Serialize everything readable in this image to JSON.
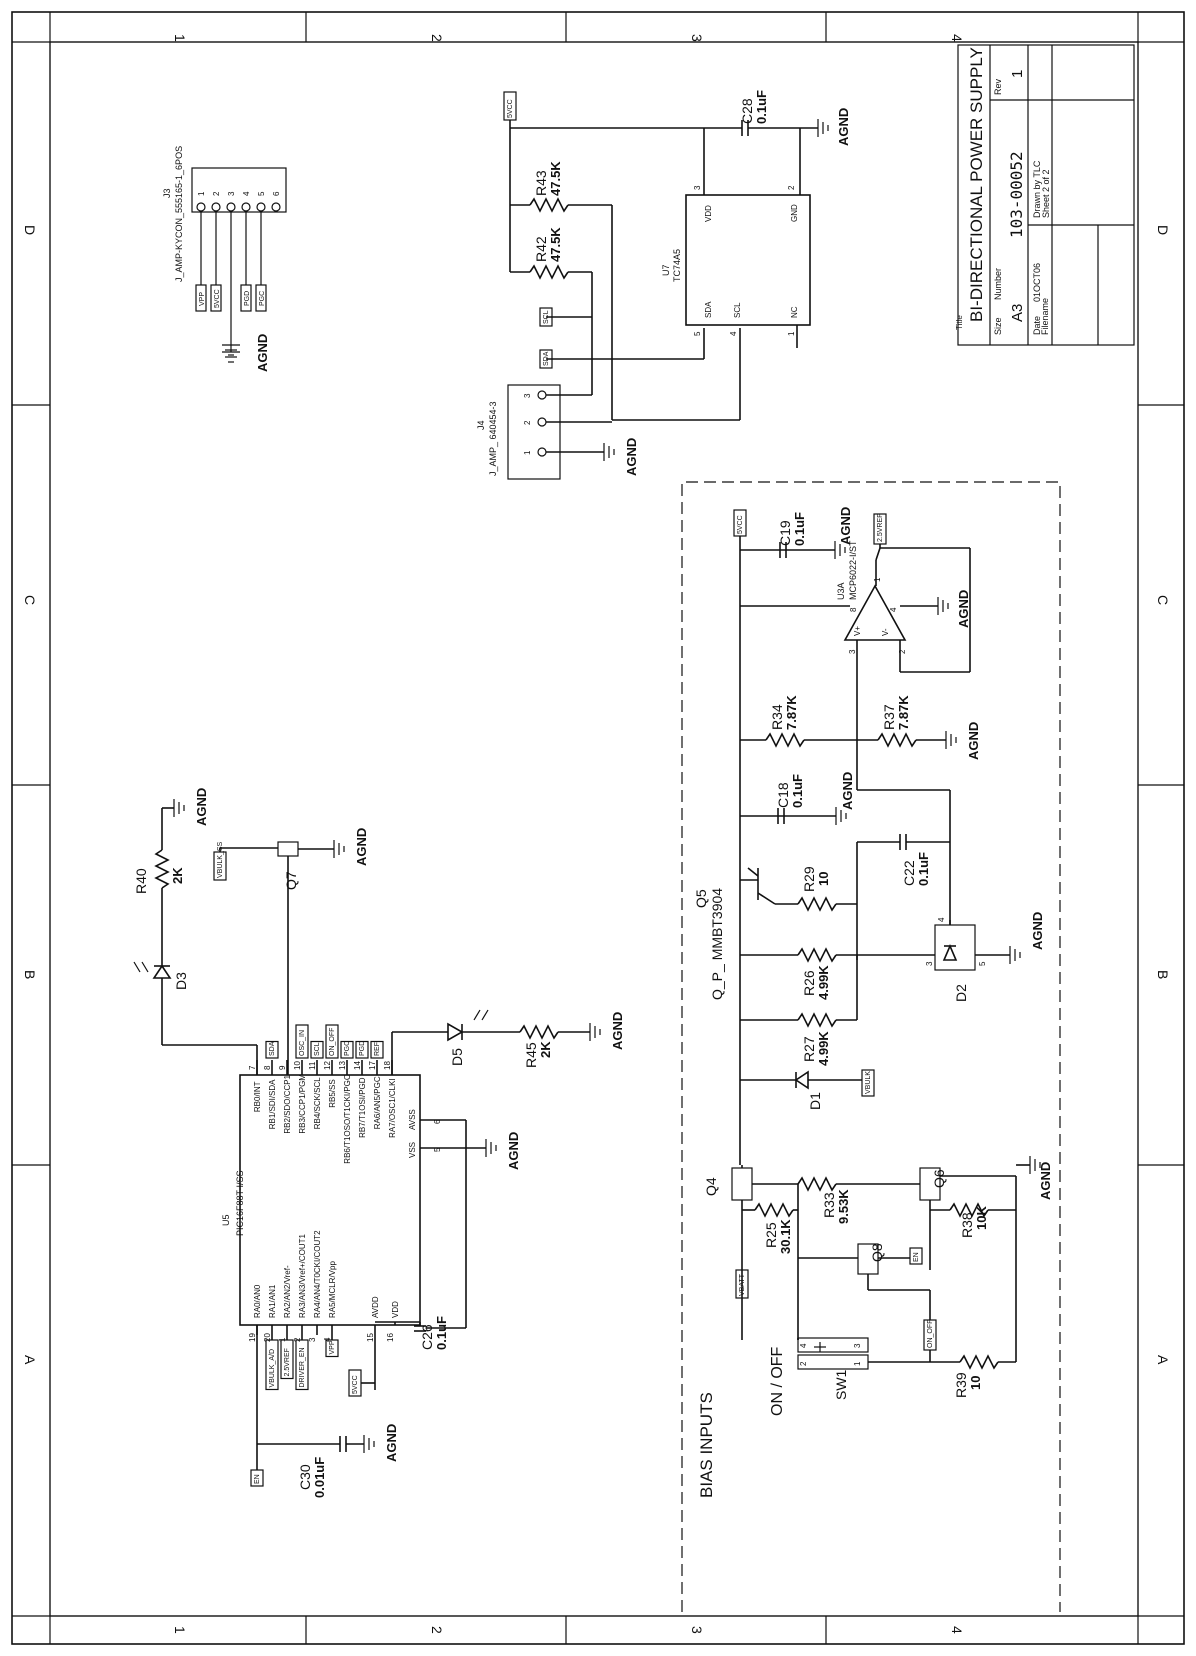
{
  "sheet": {
    "zone_numbers": [
      "1",
      "2",
      "3",
      "4"
    ],
    "zone_letters": [
      "D",
      "C",
      "B",
      "A"
    ]
  },
  "title_block": {
    "title_label": "Title",
    "title": "BI-DIRECTIONAL POWER SUPPLY",
    "size_label": "Size",
    "size": "A3",
    "number_label": "Number",
    "number": "103-00052",
    "rev_label": "Rev",
    "rev": "1",
    "date_label": "Date",
    "date": "01OCT06",
    "filename_label": "Filename",
    "drawn_by": "Drawn by TLC",
    "sheet": "Sheet  2  of  2"
  },
  "section_labels": {
    "bias_inputs": "BIAS INPUTS",
    "on_off": "ON / OFF"
  },
  "ground_label": "AGND",
  "components": {
    "j3": {
      "ref": "J3",
      "part": "J_AMP-KYCON_555165-1_6POS",
      "pins": [
        "1",
        "2",
        "3",
        "4",
        "5",
        "6"
      ],
      "nets": [
        "VPP",
        "5VCC",
        "PGD",
        "PGC"
      ]
    },
    "j4": {
      "ref": "J4",
      "part": "J_AMP_ 640454-3",
      "pins": [
        "1",
        "2",
        "3"
      ]
    },
    "u7": {
      "ref": "U7",
      "part": "TC74A5",
      "pin_names": [
        "VDD",
        "GND",
        "SDA",
        "SCL",
        "NC"
      ],
      "pin_numbers": [
        "3",
        "2",
        "5",
        "4",
        "1"
      ],
      "nets": [
        "SCL",
        "SDA"
      ]
    },
    "r43": {
      "ref": "R43",
      "value": "47.5K"
    },
    "r42": {
      "ref": "R42",
      "value": "47.5K"
    },
    "c28": {
      "ref": "C28",
      "value": "0.1uF"
    },
    "vcc_top": "5VCC",
    "r40": {
      "ref": "R40",
      "value": "2K"
    },
    "d3": {
      "ref": "D3"
    },
    "q7": {
      "ref": "Q7",
      "net": "VBULK_SS"
    },
    "u5": {
      "ref": "U5",
      "part": "PIC16F88T-I/SS",
      "left_pins": [
        "RA0/AN0",
        "RA1/AN1",
        "RA2/AN2/Vref-",
        "RA3/AN3/Vref+/COUT1",
        "RA4/AN4/T0CKI/COUT2",
        "RA5/MCLR/Vpp",
        "AVDD",
        "VDD"
      ],
      "left_nums": [
        "19",
        "20",
        "1",
        "2",
        "3",
        "4",
        "15",
        "16"
      ],
      "top_pins": [
        "RB0/INT",
        "RB1/SDI/SDA",
        "RB2/SDO/CCP1",
        "RB3/CCP1/PGM",
        "RB4/SCK/SCL",
        "RB5/SS",
        "RB6/T1OSO/T1CKI/PGC",
        "RB7/T1OSI/PGD",
        "RA6/AN5/PGC",
        "RA7/OSC1/CLKI"
      ],
      "top_nums": [
        "7",
        "8",
        "9",
        "10",
        "11",
        "12",
        "13",
        "14",
        "17",
        "18"
      ],
      "right_pins": [
        "AVSS",
        "VSS"
      ],
      "right_nums": [
        "6",
        "5"
      ],
      "top_nets": [
        "SDA",
        "OSC_IN",
        "SCL",
        "ON_OFF",
        "PGC",
        "PGD",
        "REF"
      ],
      "left_nets": [
        "VBULK_A/D",
        "2.5VREF",
        "DRIVER_EN",
        "VPP"
      ],
      "vcc_net": "5VCC",
      "en_net": "EN"
    },
    "d5": {
      "ref": "D5"
    },
    "r45": {
      "ref": "R45",
      "value": "2K"
    },
    "c26": {
      "ref": "C26",
      "value": "0.1uF"
    },
    "c30": {
      "ref": "C30",
      "value": "0.01uF"
    },
    "c19": {
      "ref": "C19",
      "value": "0.1uF"
    },
    "u3a": {
      "ref": "U3A",
      "part": "MCP6022-I/ST",
      "pins": [
        "1",
        "2",
        "3",
        "4",
        "8"
      ],
      "plus": "V+",
      "minus": "V-",
      "net_vcc": "5VCC",
      "net_ref": "2.5VREF"
    },
    "r34": {
      "ref": "R34",
      "value": "7.87K"
    },
    "r37": {
      "ref": "R37",
      "value": "7.87K"
    },
    "c18": {
      "ref": "C18",
      "value": "0.1uF"
    },
    "c22": {
      "ref": "C22",
      "value": "0.1uF"
    },
    "q5": {
      "ref": "Q5",
      "part": "Q_P_ MMBT3904"
    },
    "r29": {
      "ref": "R29",
      "value": "10"
    },
    "r26": {
      "ref": "R26",
      "value": "4.99K"
    },
    "r27": {
      "ref": "R27",
      "value": "4.99K"
    },
    "d2": {
      "ref": "D2",
      "pins": [
        "4",
        "3",
        "5"
      ]
    },
    "d1": {
      "ref": "D1",
      "net": "VBULK"
    },
    "q4": {
      "ref": "Q4"
    },
    "q6": {
      "ref": "Q6"
    },
    "q8": {
      "ref": "Q8",
      "net": "EN"
    },
    "r25": {
      "ref": "R25",
      "value": "30.1K"
    },
    "r33": {
      "ref": "R33",
      "value": "9.53K"
    },
    "r38": {
      "ref": "R38",
      "value": "10K"
    },
    "r39": {
      "ref": "R39",
      "value": "10"
    },
    "sw1": {
      "ref": "SW1",
      "pins": [
        "1",
        "2",
        "3",
        "4"
      ]
    },
    "vbatt": "VBATT",
    "on_off_net": "ON_OFF"
  }
}
